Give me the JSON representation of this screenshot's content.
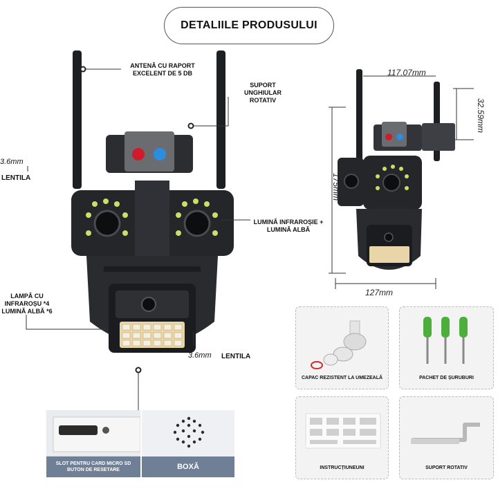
{
  "title": "DETALIILE PRODUSULUI",
  "callouts": {
    "antenna": "ANTENĂ CU RAPORT EXCELENT DE 5 DB",
    "bracket": "SUPORT UNGHIULAR ROTATIV",
    "lens_left_mm": "3.6mm",
    "lens_left_label": "LENTILA",
    "ir_light": "LUMINĂ INFRAROȘIE + LUMINĂ ALBĂ",
    "lamp": "LAMPĂ CU INFRAROȘU *4 LUMINĂ ALBĂ *6",
    "lens_bottom_mm": "3.6mm",
    "lens_bottom_label": "LENTILA"
  },
  "dimensions": {
    "width_top": "117.07mm",
    "height_top": "32.59mm",
    "height": "175mm",
    "width_bottom": "127mm"
  },
  "accessories": [
    {
      "caption": "CAPAC REZISTENT LA UMEZEALĂ",
      "icon": "waterproof-cap-icon"
    },
    {
      "caption": "PACHET DE ȘURUBURI",
      "icon": "screws-icon"
    },
    {
      "caption": "INSTRUCȚIUNEUNI",
      "icon": "manual-icon"
    },
    {
      "caption": "SUPORT ROTATIV",
      "icon": "bracket-icon"
    }
  ],
  "bottom_panels": {
    "slot_caption": "SLOT PENTRU CARD MICRO SD BUTON DE RESETARE",
    "speaker_caption": "BOXĂ"
  }
}
